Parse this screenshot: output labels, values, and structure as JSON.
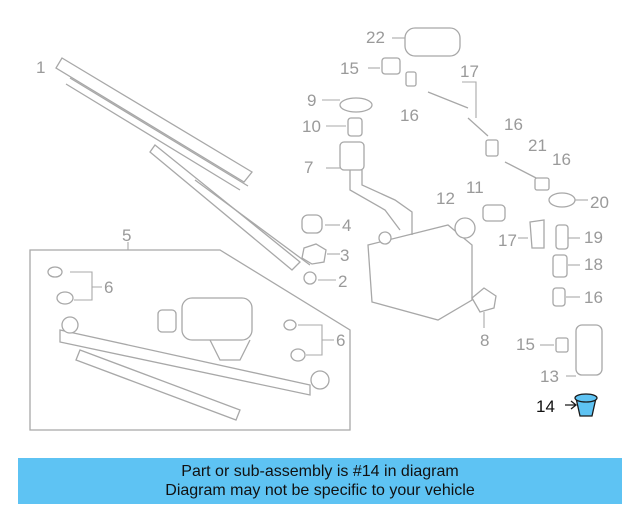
{
  "callouts": {
    "c1": "1",
    "c2": "2",
    "c3": "3",
    "c4": "4",
    "c5": "5",
    "c6a": "6",
    "c6b": "6",
    "c7": "7",
    "c8": "8",
    "c9": "9",
    "c10": "10",
    "c11": "11",
    "c12": "12",
    "c13": "13",
    "c14": "14",
    "c15a": "15",
    "c15b": "15",
    "c16a": "16",
    "c16b": "16",
    "c16c": "16",
    "c16d": "16",
    "c17a": "17",
    "c17b": "17",
    "c18": "18",
    "c19": "19",
    "c20": "20",
    "c21": "21",
    "c22": "22"
  },
  "colors": {
    "highlight_part": "#5ec3f3",
    "banner": "#5ec3f3",
    "line_art": "#a8a8a8"
  },
  "banner": {
    "line1": "Part or sub-assembly is #14 in diagram",
    "line2": "Diagram may not be specific to your vehicle"
  }
}
